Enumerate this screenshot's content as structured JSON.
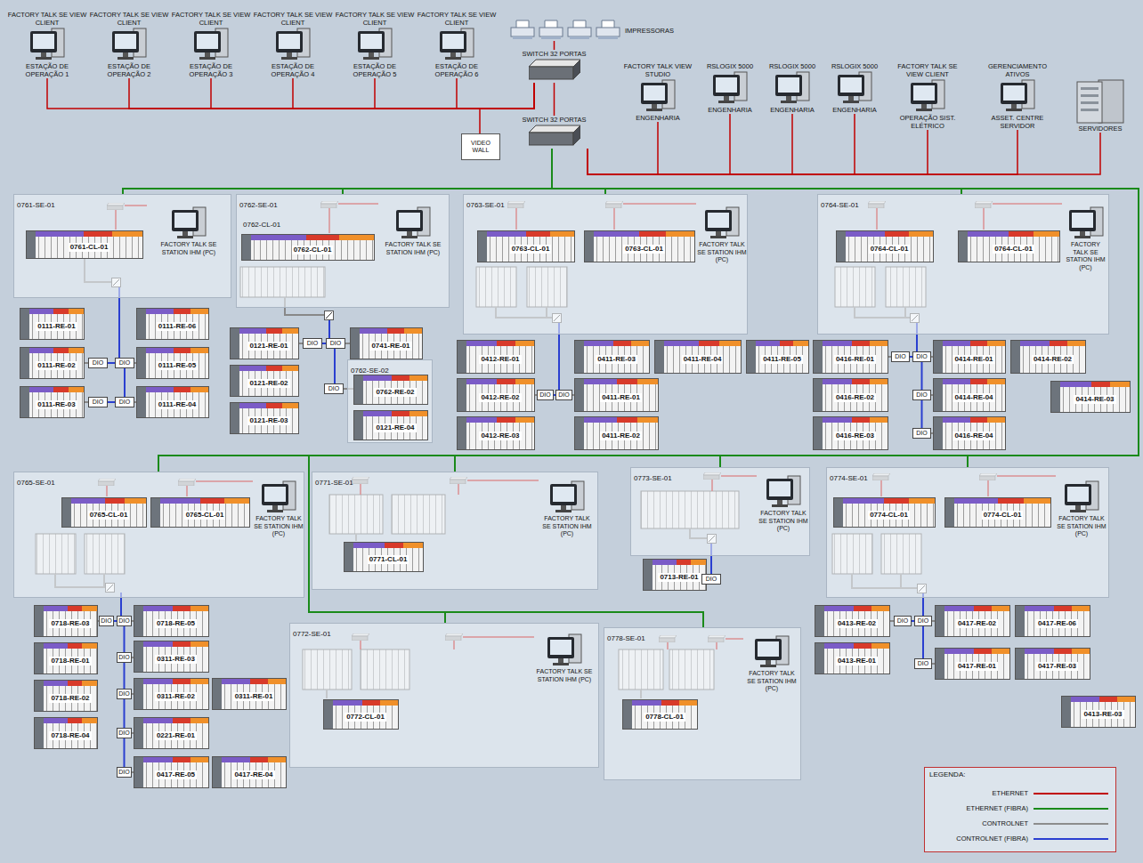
{
  "diagram": {
    "nodes": [
      {
        "text": [
          "FACTORY TALK SE VIEW CLIENT",
          "ESTAÇÃO DE OPERAÇÃO 1"
        ]
      },
      {
        "text": [
          "FACTORY TALK SE VIEW CLIENT",
          "ESTAÇÃO DE OPERAÇÃO 2"
        ]
      },
      {
        "text": [
          "FACTORY TALK SE VIEW CLIENT",
          "ESTAÇÃO DE OPERAÇÃO 3"
        ]
      },
      {
        "text": [
          "FACTORY TALK SE VIEW CLIENT",
          "ESTAÇÃO DE OPERAÇÃO 4"
        ]
      },
      {
        "text": [
          "FACTORY TALK SE VIEW CLIENT",
          "ESTAÇÃO DE OPERAÇÃO 5"
        ]
      },
      {
        "text": [
          "FACTORY TALK SE VIEW CLIENT",
          "ESTAÇÃO DE OPERAÇÃO 6"
        ]
      },
      {
        "text": [
          "IMPRESSORAS"
        ]
      },
      {
        "text": [
          "SWITCH 32 PORTAS"
        ]
      },
      {
        "text": [
          "VIDEO WALL"
        ]
      },
      {
        "text": [
          "SWITCH 32 PORTAS"
        ]
      },
      {
        "text": [
          "FACTORY TALK VIEW STUDIO",
          "ENGENHARIA"
        ]
      },
      {
        "text": [
          "RSLOGIX 5000",
          "ENGENHARIA"
        ]
      },
      {
        "text": [
          "RSLOGIX 5000",
          "ENGENHARIA"
        ]
      },
      {
        "text": [
          "RSLOGIX 5000",
          "ENGENHARIA"
        ]
      },
      {
        "text": [
          "FACTORY TALK SE VIEW CLIENT",
          "OPERAÇÃO SIST. ELÉTRICO"
        ]
      },
      {
        "text": [
          "GERENCIAMENTO ATIVOS",
          "ASSET. CENTRE SERVIDOR"
        ]
      },
      {
        "text": [
          "SERVIDORES"
        ]
      },
      {
        "text": [
          "0761-SE-01"
        ]
      },
      {
        "text": [
          "0761-CL-01"
        ],
        "in": 17
      },
      {
        "text": [
          "FACTORY TALK SE STATION IHM (PC)"
        ],
        "in": 17
      },
      {
        "text": [
          "0111-RE-01"
        ]
      },
      {
        "text": [
          "0111-RE-06"
        ]
      },
      {
        "text": [
          "0111-RE-02"
        ]
      },
      {
        "text": [
          "0111-RE-05"
        ]
      },
      {
        "text": [
          "0111-RE-03"
        ]
      },
      {
        "text": [
          "0111-RE-04"
        ]
      },
      {
        "text": [
          "DIO"
        ]
      },
      {
        "text": [
          "DIO"
        ]
      },
      {
        "text": [
          "DIO"
        ]
      },
      {
        "text": [
          "DIO"
        ]
      },
      {
        "text": [
          "0762-SE-01"
        ]
      },
      {
        "text": [
          "0762-CL-01"
        ],
        "in": 30
      },
      {
        "text": [
          "FACTORY TALK SE STATION IHM (PC)"
        ],
        "in": 30
      },
      {
        "text": [
          "0121-RE-01"
        ]
      },
      {
        "text": [
          "0741-RE-01"
        ]
      },
      {
        "text": [
          "0121-RE-02"
        ]
      },
      {
        "text": [
          "0121-RE-03"
        ]
      },
      {
        "text": [
          "DIO"
        ]
      },
      {
        "text": [
          "DIO"
        ]
      },
      {
        "text": [
          "0762-SE-02"
        ]
      },
      {
        "text": [
          "0762-RE-02"
        ],
        "in": 39
      },
      {
        "text": [
          "0121-RE-04"
        ],
        "in": 39
      },
      {
        "text": [
          "DIO"
        ]
      },
      {
        "text": [
          "0763-SE-01"
        ]
      },
      {
        "text": [
          "0763-CL-01"
        ],
        "in": 43
      },
      {
        "text": [
          "0763-CL-01"
        ],
        "in": 43
      },
      {
        "text": [
          "FACTORY TALK SE STATION IHM (PC)"
        ],
        "in": 43
      },
      {
        "text": [
          "0412-RE-01"
        ]
      },
      {
        "text": [
          "0411-RE-03"
        ]
      },
      {
        "text": [
          "0411-RE-04"
        ]
      },
      {
        "text": [
          "0411-RE-05"
        ]
      },
      {
        "text": [
          "0412-RE-02"
        ]
      },
      {
        "text": [
          "0411-RE-01"
        ]
      },
      {
        "text": [
          "0412-RE-03"
        ]
      },
      {
        "text": [
          "0411-RE-02"
        ]
      },
      {
        "text": [
          "DIO"
        ]
      },
      {
        "text": [
          "DIO"
        ]
      },
      {
        "text": [
          "0764-SE-01"
        ]
      },
      {
        "text": [
          "0764-CL-01"
        ],
        "in": 57
      },
      {
        "text": [
          "0764-CL-01"
        ],
        "in": 57
      },
      {
        "text": [
          "FACTORY TALK SE STATION IHM (PC)"
        ],
        "in": 57
      },
      {
        "text": [
          "0416-RE-01"
        ]
      },
      {
        "text": [
          "0414-RE-01"
        ]
      },
      {
        "text": [
          "0414-RE-02"
        ]
      },
      {
        "text": [
          "0416-RE-02"
        ]
      },
      {
        "text": [
          "0414-RE-04"
        ]
      },
      {
        "text": [
          "0414-RE-03"
        ]
      },
      {
        "text": [
          "0416-RE-03"
        ]
      },
      {
        "text": [
          "0416-RE-04"
        ]
      },
      {
        "text": [
          "DIO"
        ]
      },
      {
        "text": [
          "DIO"
        ]
      },
      {
        "text": [
          "DIO"
        ]
      },
      {
        "text": [
          "DIO"
        ]
      },
      {
        "text": [
          "0765-SE-01"
        ]
      },
      {
        "text": [
          "0765-CL-01"
        ],
        "in": 73
      },
      {
        "text": [
          "0765-CL-01"
        ],
        "in": 73
      },
      {
        "text": [
          "FACTORY TALK SE STATION IHM (PC)"
        ],
        "in": 73
      },
      {
        "text": [
          "0718-RE-03"
        ]
      },
      {
        "text": [
          "0718-RE-05"
        ]
      },
      {
        "text": [
          "0718-RE-01"
        ]
      },
      {
        "text": [
          "0311-RE-03"
        ]
      },
      {
        "text": [
          "0718-RE-02"
        ]
      },
      {
        "text": [
          "0311-RE-02"
        ]
      },
      {
        "text": [
          "0311-RE-01"
        ]
      },
      {
        "text": [
          "0718-RE-04"
        ]
      },
      {
        "text": [
          "0221-RE-01"
        ]
      },
      {
        "text": [
          "0417-RE-05"
        ]
      },
      {
        "text": [
          "0417-RE-04"
        ]
      },
      {
        "text": [
          "DIO"
        ]
      },
      {
        "text": [
          "DIO"
        ]
      },
      {
        "text": [
          "DIO"
        ]
      },
      {
        "text": [
          "DIO"
        ]
      },
      {
        "text": [
          "DIO"
        ]
      },
      {
        "text": [
          "DIO"
        ]
      },
      {
        "text": [
          "0771-SE-01"
        ]
      },
      {
        "text": [
          "FACTORY TALK SE STATION IHM (PC)"
        ],
        "in": 94
      },
      {
        "text": [
          "0771-CL-01"
        ],
        "in": 94
      },
      {
        "text": [
          "0773-SE-01"
        ]
      },
      {
        "text": [
          "FACTORY TALK SE STATION IHM (PC)"
        ],
        "in": 97
      },
      {
        "text": [
          "0713-RE-01"
        ]
      },
      {
        "text": [
          "DIO"
        ]
      },
      {
        "text": [
          "0774-SE-01"
        ]
      },
      {
        "text": [
          "0774-CL-01"
        ],
        "in": 101
      },
      {
        "text": [
          "0774-CL-01"
        ],
        "in": 101
      },
      {
        "text": [
          "FACTORY TALK SE STATION IHM (PC)"
        ],
        "in": 101
      },
      {
        "text": [
          "0413-RE-02"
        ]
      },
      {
        "text": [
          "0417-RE-02"
        ]
      },
      {
        "text": [
          "0417-RE-06"
        ]
      },
      {
        "text": [
          "0413-RE-01"
        ]
      },
      {
        "text": [
          "0417-RE-01"
        ]
      },
      {
        "text": [
          "0417-RE-03"
        ]
      },
      {
        "text": [
          "0413-RE-03"
        ]
      },
      {
        "text": [
          "DIO"
        ]
      },
      {
        "text": [
          "DIO"
        ]
      },
      {
        "text": [
          "DIO"
        ]
      },
      {
        "text": [
          "0772-SE-01"
        ]
      },
      {
        "text": [
          "FACTORY TALK SE STATION IHM (PC)"
        ],
        "in": 115
      },
      {
        "text": [
          "0772-CL-01"
        ],
        "in": 115
      },
      {
        "text": [
          "0778-SE-01"
        ]
      },
      {
        "text": [
          "FACTORY TALK SE STATION IHM (PC)"
        ],
        "in": 118
      },
      {
        "text": [
          "0778-CL-01"
        ],
        "in": 118
      }
    ],
    "edges": [
      {
        "from": 0,
        "to": 7,
        "arrow": "none"
      },
      {
        "from": 1,
        "to": 7,
        "arrow": "none"
      },
      {
        "from": 2,
        "to": 7,
        "arrow": "none"
      },
      {
        "from": 3,
        "to": 7,
        "arrow": "none"
      },
      {
        "from": 4,
        "to": 7,
        "arrow": "none"
      },
      {
        "from": 5,
        "to": 7,
        "arrow": "none"
      },
      {
        "from": 6,
        "to": 7,
        "arrow": "none"
      },
      {
        "from": 8,
        "to": 7,
        "arrow": "none"
      },
      {
        "from": 7,
        "to": 9,
        "arrow": "none"
      },
      {
        "from": 10,
        "to": 9,
        "arrow": "none"
      },
      {
        "from": 11,
        "to": 9,
        "arrow": "none"
      },
      {
        "from": 12,
        "to": 9,
        "arrow": "none"
      },
      {
        "from": 13,
        "to": 9,
        "arrow": "none"
      },
      {
        "from": 14,
        "to": 9,
        "arrow": "none"
      },
      {
        "from": 15,
        "to": 9,
        "arrow": "none"
      },
      {
        "from": 16,
        "to": 9,
        "arrow": "none"
      },
      {
        "from": 9,
        "to": 17,
        "arrow": "none"
      },
      {
        "from": 9,
        "to": 30,
        "arrow": "none"
      },
      {
        "from": 9,
        "to": 43,
        "arrow": "none"
      },
      {
        "from": 9,
        "to": 57,
        "arrow": "none"
      },
      {
        "from": 9,
        "to": 73,
        "arrow": "none"
      },
      {
        "from": 9,
        "to": 94,
        "arrow": "none"
      },
      {
        "from": 9,
        "to": 97,
        "arrow": "none"
      },
      {
        "from": 9,
        "to": 101,
        "arrow": "none"
      },
      {
        "from": 9,
        "to": 115,
        "arrow": "none"
      },
      {
        "from": 9,
        "to": 118,
        "arrow": "none"
      },
      {
        "from": 22,
        "to": 26,
        "arrow": "none"
      },
      {
        "from": 26,
        "to": 27,
        "arrow": "none"
      },
      {
        "from": 27,
        "to": 23,
        "arrow": "none"
      },
      {
        "from": 24,
        "to": 28,
        "arrow": "none"
      },
      {
        "from": 28,
        "to": 29,
        "arrow": "none"
      },
      {
        "from": 29,
        "to": 25,
        "arrow": "none"
      },
      {
        "from": 27,
        "to": 29,
        "arrow": "none"
      },
      {
        "from": 33,
        "to": 37,
        "arrow": "none"
      },
      {
        "from": 37,
        "to": 38,
        "arrow": "none"
      },
      {
        "from": 38,
        "to": 34,
        "arrow": "none"
      },
      {
        "from": 38,
        "to": 42,
        "arrow": "none"
      },
      {
        "from": 42,
        "to": 40,
        "arrow": "none"
      },
      {
        "from": 51,
        "to": 55,
        "arrow": "none"
      },
      {
        "from": 55,
        "to": 56,
        "arrow": "none"
      },
      {
        "from": 56,
        "to": 52,
        "arrow": "none"
      },
      {
        "from": 61,
        "to": 69,
        "arrow": "none"
      },
      {
        "from": 69,
        "to": 70,
        "arrow": "none"
      },
      {
        "from": 70,
        "to": 62,
        "arrow": "none"
      },
      {
        "from": 70,
        "to": 71,
        "arrow": "none"
      },
      {
        "from": 71,
        "to": 65,
        "arrow": "none"
      },
      {
        "from": 71,
        "to": 72,
        "arrow": "none"
      },
      {
        "from": 72,
        "to": 68,
        "arrow": "none"
      },
      {
        "from": 77,
        "to": 88,
        "arrow": "none"
      },
      {
        "from": 88,
        "to": 89,
        "arrow": "none"
      },
      {
        "from": 89,
        "to": 78,
        "arrow": "none"
      },
      {
        "from": 89,
        "to": 90,
        "arrow": "none"
      },
      {
        "from": 90,
        "to": 80,
        "arrow": "none"
      },
      {
        "from": 90,
        "to": 91,
        "arrow": "none"
      },
      {
        "from": 91,
        "to": 82,
        "arrow": "none"
      },
      {
        "from": 91,
        "to": 92,
        "arrow": "none"
      },
      {
        "from": 92,
        "to": 85,
        "arrow": "none"
      },
      {
        "from": 92,
        "to": 93,
        "arrow": "none"
      },
      {
        "from": 93,
        "to": 86,
        "arrow": "none"
      },
      {
        "from": 99,
        "to": 100,
        "arrow": "none"
      },
      {
        "from": 105,
        "to": 112,
        "arrow": "none"
      },
      {
        "from": 112,
        "to": 113,
        "arrow": "none"
      },
      {
        "from": 113,
        "to": 106,
        "arrow": "none"
      },
      {
        "from": 113,
        "to": 114,
        "arrow": "none"
      },
      {
        "from": 114,
        "to": 109,
        "arrow": "none"
      }
    ],
    "labels": [
      "0762-CL-01",
      "LEGENDA:"
    ],
    "legend": [
      {
        "text": "ETHERNET"
      },
      {
        "text": "ETHERNET (FIBRA)"
      },
      {
        "text": "CONTROLNET"
      },
      {
        "text": "CONTROLNET (FIBRA)"
      }
    ]
  }
}
